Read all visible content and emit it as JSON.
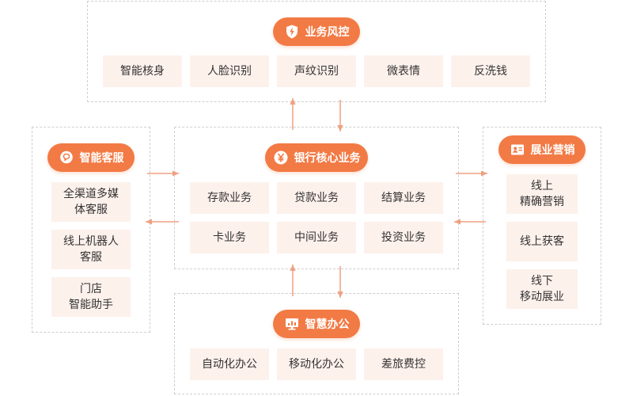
{
  "colors": {
    "accent": "#f27a45",
    "box_bg": "#fdf1ec",
    "arrow": "#f0a080",
    "border": "#cfcfcf"
  },
  "risk": {
    "title": "业务风控",
    "icon": "shield-bolt-icon",
    "items": [
      "智能核身",
      "人脸识别",
      "声纹识别",
      "微表情",
      "反洗钱"
    ]
  },
  "core": {
    "title": "银行核心业务",
    "icon": "yen-coin-icon",
    "items": [
      "存款业务",
      "贷款业务",
      "结算业务",
      "卡业务",
      "中间业务",
      "投资业务"
    ]
  },
  "service": {
    "title": "智能客服",
    "icon": "chat-bubble-icon",
    "items": [
      "全渠道多媒\n体客服",
      "线上机器人\n客服",
      "门店\n智能助手"
    ]
  },
  "marketing": {
    "title": "展业营销",
    "icon": "id-card-icon",
    "items": [
      "线上\n精确营销",
      "线上获客",
      "线下\n移动展业"
    ]
  },
  "office": {
    "title": "智慧办公",
    "icon": "monitor-chart-icon",
    "items": [
      "自动化办公",
      "移动化办公",
      "差旅费控"
    ]
  }
}
